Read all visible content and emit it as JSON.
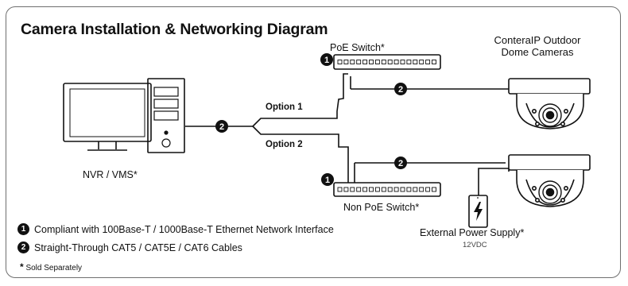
{
  "title": "Camera Installation & Networking Diagram",
  "nvr_label": "NVR / VMS*",
  "poe_switch_label": "PoE Switch*",
  "non_poe_switch_label": "Non PoE Switch*",
  "cameras_label_line1": "ConteraIP Outdoor",
  "cameras_label_line2": "Dome Cameras",
  "option1": "Option 1",
  "option2": "Option 2",
  "power_supply_label": "External Power Supply*",
  "power_supply_voltage": "12VDC",
  "badges": [
    "1",
    "2"
  ],
  "legend": [
    {
      "badge": "1",
      "text": "Compliant with 100Base-T / 1000Base-T Ethernet Network Interface"
    },
    {
      "badge": "2",
      "text": "Straight-Through CAT5 / CAT5E / CAT6 Cables"
    }
  ],
  "footnote_star": "*",
  "footnote_text": "Sold Separately"
}
